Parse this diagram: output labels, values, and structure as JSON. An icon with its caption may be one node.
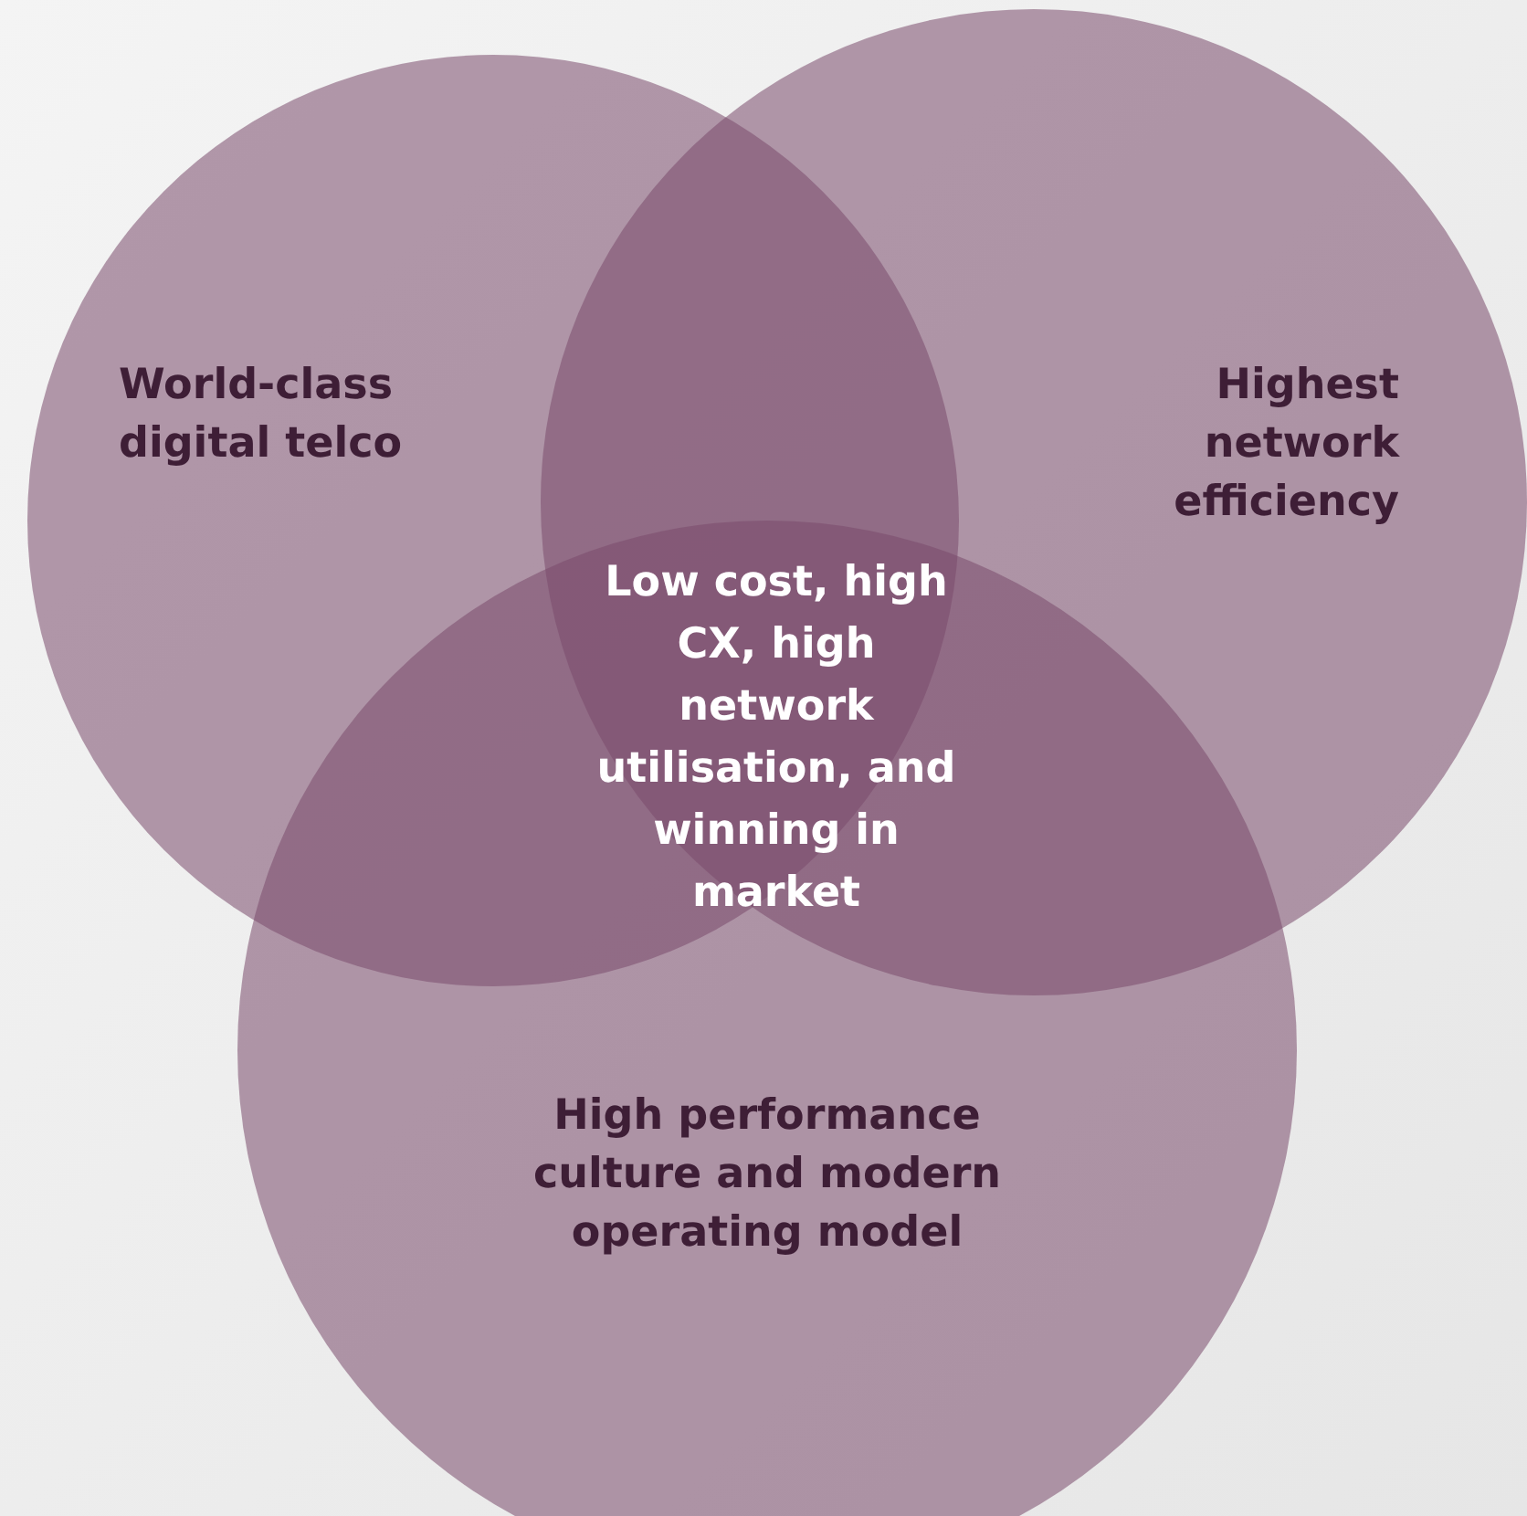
{
  "diagram": {
    "nodes": [
      {
        "text": [
          "World-class digital telco"
        ]
      },
      {
        "text": [
          "Highest network efficiency"
        ]
      },
      {
        "text": [
          "High performance culture and modern operating model"
        ]
      },
      {
        "text": [
          "Low cost, high CX, high network utilisation, and winning in market"
        ]
      }
    ],
    "edges": []
  }
}
